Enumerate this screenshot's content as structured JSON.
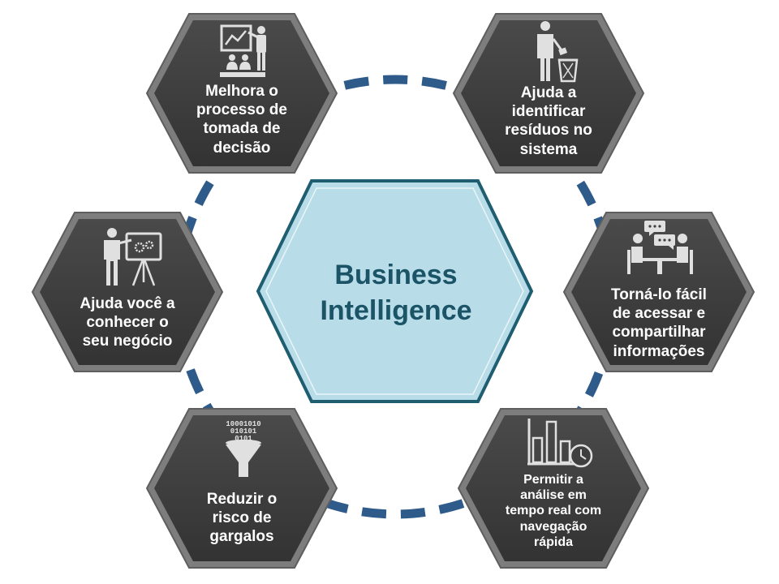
{
  "center": {
    "title": "Business\nIntelligence"
  },
  "colors": {
    "ring": "#2e5b8a",
    "hex_outer": "#7d7d7d",
    "hex_inner": "#3f3f3f",
    "center_fill": "#b8dde8",
    "center_border": "#1e5e70",
    "center_text": "#1b5466"
  },
  "nodes": [
    {
      "id": "top-left",
      "icon": "presentation-audience-icon",
      "label": "Melhora o\nprocesso de\ntomada de\ndecisão"
    },
    {
      "id": "top-right",
      "icon": "person-trash-bin-icon",
      "label": "Ajuda a\nidentificar\nresíduos no\nsistema"
    },
    {
      "id": "mid-left",
      "icon": "presenter-gears-board-icon",
      "label": "Ajuda você a\nconhecer o\nseu negócio"
    },
    {
      "id": "mid-right",
      "icon": "people-chat-table-icon",
      "label": "Torná-lo fácil\nde acessar e\ncompartilhar\ninformações"
    },
    {
      "id": "bottom-left",
      "icon": "binary-funnel-icon",
      "label": "Reduzir o\nrisco de\ngargalos",
      "binary": [
        "10001010",
        "010101",
        "0101"
      ]
    },
    {
      "id": "bottom-right",
      "icon": "bar-chart-clock-icon",
      "label": "Permitir a\nanálise em\ntempo real com\nnavegação\nrápida"
    }
  ]
}
